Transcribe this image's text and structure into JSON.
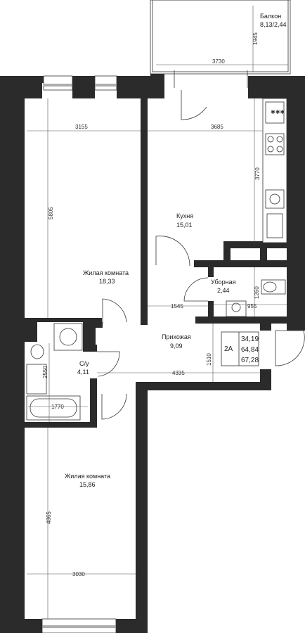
{
  "rooms": {
    "balcony": {
      "name": "Балкон",
      "area": "8,13/2,44"
    },
    "kitchen": {
      "name": "Кухня",
      "area": "15,01"
    },
    "living1": {
      "name": "Жилая комната",
      "area": "18,33"
    },
    "toilet": {
      "name": "Уборная",
      "area": "2,44"
    },
    "hall": {
      "name": "Прихожая",
      "area": "9,09"
    },
    "bathroom": {
      "name": "С/у",
      "area": "4,11"
    },
    "living2": {
      "name": "Жилая комната",
      "area": "15,86"
    }
  },
  "dimensions": {
    "balcony_height": "1945",
    "balcony_width": "3730",
    "living1_width": "3155",
    "kitchen_width": "3685",
    "kitchen_depth": "3770",
    "living1_height": "5805",
    "toilet_height": "1260",
    "toilet_width": "955",
    "corridor_width": "1545",
    "hall_height": "1510",
    "hall_width": "4335",
    "bath_height": "2550",
    "bath_width": "1770",
    "living2_height": "4865",
    "living2_width": "3030"
  },
  "summary": {
    "type": "2A",
    "living_area": "34,19",
    "total_area": "64,84",
    "total_with_balcony": "67,28"
  },
  "colors": {
    "wall": "#2b2b2b",
    "line": "#333333",
    "background": "#ffffff"
  }
}
